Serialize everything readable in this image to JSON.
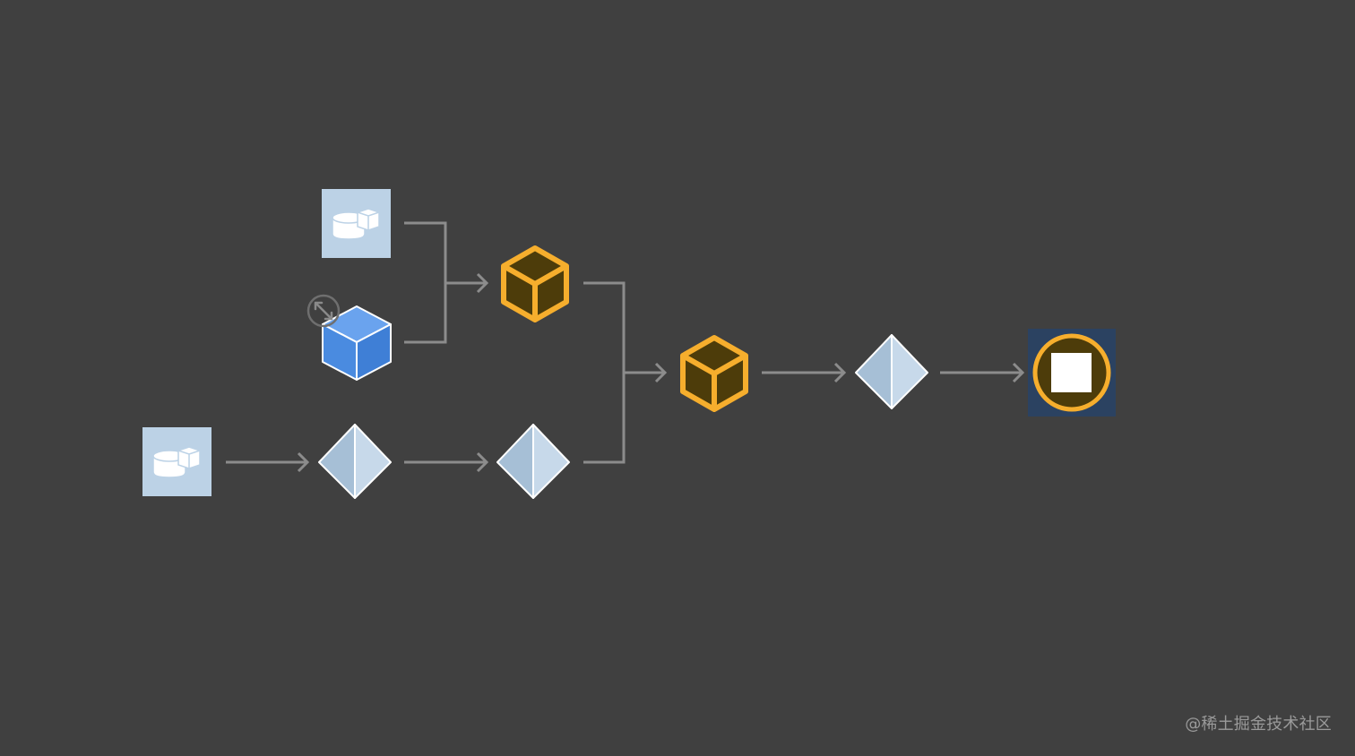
{
  "watermark": {
    "text": "@稀土掘金技术社区"
  },
  "colors": {
    "background": "#404040",
    "connector": "#8c8c8c",
    "datasetFill": "#bcd2e6",
    "selectedCube": "#4a8be0",
    "activeStroke": "#f6ae2d",
    "activeFill": "#4d3c0a",
    "pyramidLight": "#c7d9ea",
    "pyramidDark": "#a6bfd6",
    "highlightPanel": "#2b4261"
  },
  "nodes": [
    {
      "id": "dataset-top",
      "kind": "dataset",
      "icon": "database-cube-icon"
    },
    {
      "id": "cube-selected",
      "kind": "cube",
      "state": "selected",
      "icon": "cube-icon",
      "badge": "resize-icon"
    },
    {
      "id": "dataset-bottom",
      "kind": "dataset",
      "icon": "database-cube-icon"
    },
    {
      "id": "pyramid-1",
      "kind": "pyramid",
      "icon": "pyramid-icon"
    },
    {
      "id": "pyramid-2",
      "kind": "pyramid",
      "icon": "pyramid-icon"
    },
    {
      "id": "cube-active-1",
      "kind": "cube",
      "state": "active",
      "icon": "cube-icon"
    },
    {
      "id": "cube-active-2",
      "kind": "cube",
      "state": "active",
      "icon": "cube-icon"
    },
    {
      "id": "pyramid-3",
      "kind": "pyramid",
      "icon": "pyramid-icon"
    },
    {
      "id": "stop-output",
      "kind": "output",
      "state": "active",
      "icon": "stop-icon"
    }
  ],
  "edges": [
    {
      "from": "dataset-top",
      "to": "cube-active-1"
    },
    {
      "from": "cube-selected",
      "to": "cube-active-1"
    },
    {
      "from": "dataset-bottom",
      "to": "pyramid-1"
    },
    {
      "from": "pyramid-1",
      "to": "pyramid-2"
    },
    {
      "from": "cube-active-1",
      "to": "cube-active-2"
    },
    {
      "from": "pyramid-2",
      "to": "cube-active-2"
    },
    {
      "from": "cube-active-2",
      "to": "pyramid-3"
    },
    {
      "from": "pyramid-3",
      "to": "stop-output"
    }
  ]
}
